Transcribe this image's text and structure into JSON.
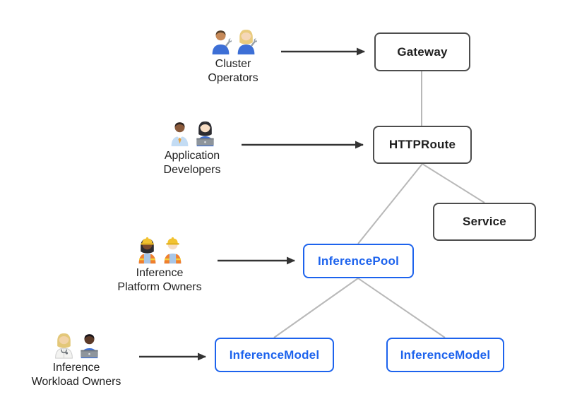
{
  "diagram": {
    "background": "#ffffff",
    "colors": {
      "background": "#ffffff",
      "resource_border_gray": "#4d4d4d",
      "resource_text_dark": "#1f1f1f",
      "extension_blue": "#1d63ed",
      "connector_gray": "#b8b8b8",
      "arrow_dark": "#333333",
      "label_text": "#1f1f1f"
    },
    "nodes": [
      {
        "id": "gateway",
        "label": "Gateway",
        "variant": "gray"
      },
      {
        "id": "httproute",
        "label": "HTTPRoute",
        "variant": "gray"
      },
      {
        "id": "service",
        "label": "Service",
        "variant": "gray"
      },
      {
        "id": "inference-pool",
        "label": "InferencePool",
        "variant": "blue"
      },
      {
        "id": "inference-model-left",
        "label": "InferenceModel",
        "variant": "blue"
      },
      {
        "id": "inference-model-right",
        "label": "InferenceModel",
        "variant": "blue"
      }
    ],
    "actors": [
      {
        "id": "cluster-operators",
        "emoji": "👨🏽‍🔧👩🏼‍🔧",
        "icon_names": [
          "man-mechanic-icon",
          "woman-mechanic-icon"
        ],
        "label_line1": "Cluster",
        "label_line2": "Operators",
        "points_to": "Gateway"
      },
      {
        "id": "application-developers",
        "emoji": "👨🏾‍💼👩🏻‍💻",
        "icon_names": [
          "man-office-worker-icon",
          "woman-technologist-icon"
        ],
        "label_line1": "Application",
        "label_line2": "Developers",
        "points_to": "HTTPRoute"
      },
      {
        "id": "inference-platform-owners",
        "emoji": "👷🏾‍♀️👷🏻",
        "icon_names": [
          "woman-construction-worker-icon",
          "man-construction-worker-icon"
        ],
        "label_line1": "Inference",
        "label_line2": "Platform Owners",
        "points_to": "InferencePool"
      },
      {
        "id": "inference-workload-owners",
        "emoji": "🧑🏼‍⚕️🧑🏿‍💻",
        "icon_names": [
          "health-worker-icon",
          "man-technologist-icon"
        ],
        "label_line1": "Inference",
        "label_line2": "Workload Owners",
        "points_to": "InferenceModel"
      }
    ],
    "edges": [
      {
        "from": "Gateway",
        "to": "HTTPRoute"
      },
      {
        "from": "HTTPRoute",
        "to": "Service"
      },
      {
        "from": "HTTPRoute",
        "to": "InferencePool"
      },
      {
        "from": "InferencePool",
        "to": "InferenceModel (left)"
      },
      {
        "from": "InferencePool",
        "to": "InferenceModel (right)"
      }
    ]
  }
}
